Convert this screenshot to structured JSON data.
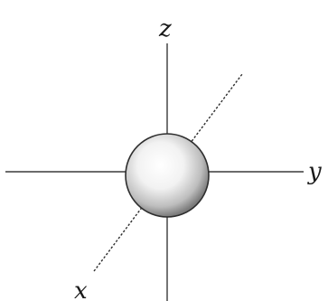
{
  "diagram": {
    "labels": {
      "z": "z",
      "y": "y",
      "x": "x"
    },
    "colors": {
      "axis": "#3a3a3a",
      "sphere_highlight": "#ffffff",
      "sphere_mid": "#d9d9d9",
      "sphere_edge": "#6e6e6e",
      "sphere_outline": "#2e2e2e",
      "label": "#1a1a1a"
    }
  }
}
